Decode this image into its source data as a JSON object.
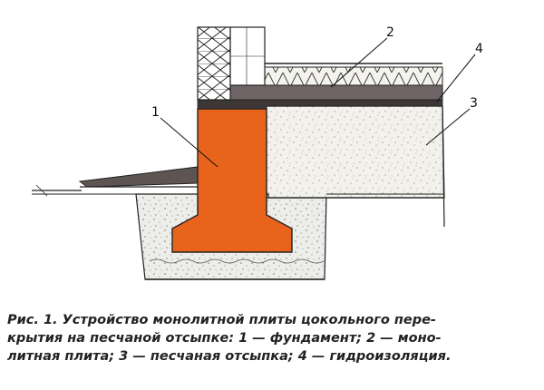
{
  "figure": {
    "callouts": {
      "foundation": "1",
      "slab": "2",
      "sand_fill": "3",
      "waterproofing": "4"
    },
    "colors": {
      "foundation": "#e8641c",
      "slab": "#6e6466",
      "sand": "#f2f1eb",
      "line": "#222222"
    },
    "caption_lines": [
      "Рис. 1. Устройство монолитной плиты цокольного пере-",
      "крытия на песчаной отсыпке: 1 — фундамент; 2 — моно-",
      "литная плита; 3 — песчаная отсыпка; 4 — гидроизоляция."
    ]
  }
}
